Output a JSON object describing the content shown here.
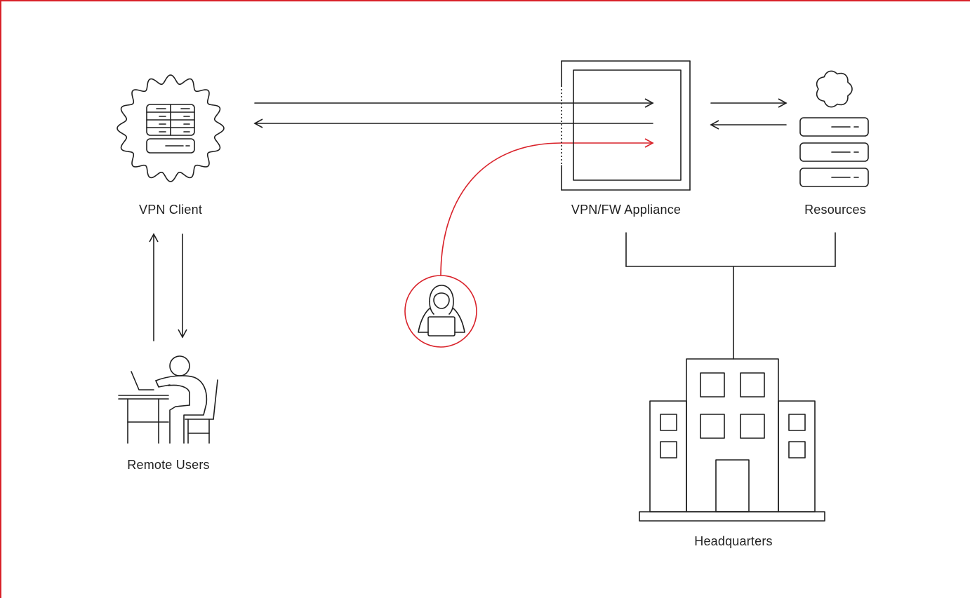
{
  "colors": {
    "accent": "#d9222a",
    "stroke": "#1f1f1f",
    "background": "#ffffff"
  },
  "nodes": {
    "vpn_client": {
      "label": "VPN Client",
      "icon": "gear-server-icon"
    },
    "remote_users": {
      "label": "Remote Users",
      "icon": "person-at-desk-icon"
    },
    "attacker": {
      "icon": "hooded-hacker-icon"
    },
    "appliance": {
      "label": "VPN/FW Appliance",
      "icon": "appliance-box-icon"
    },
    "resources": {
      "label": "Resources",
      "icon": "cloud-server-stack-icon"
    },
    "headquarters": {
      "label": "Headquarters",
      "icon": "office-building-icon"
    }
  }
}
